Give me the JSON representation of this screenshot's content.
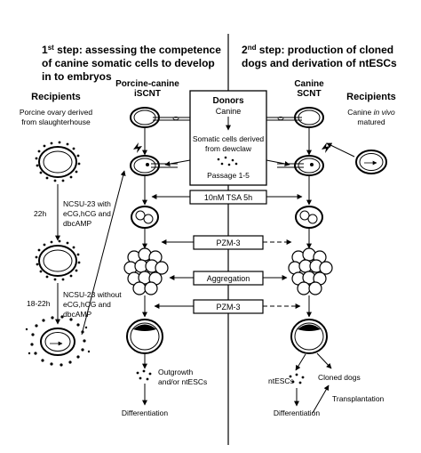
{
  "step1": {
    "line1_num": "1",
    "line1_sup": "st",
    "line1_rest": " step: assessing the competence",
    "line2": "of  canine somatic cells to develop",
    "line3": "in to embryos"
  },
  "step2": {
    "line1_num": "2",
    "line1_sup": "nd",
    "line1_rest": " step: production of  cloned",
    "line2": "dogs and derivation of ntESCs"
  },
  "left_recipients": {
    "title": "Recipients",
    "desc1": "Porcine ovary derived",
    "desc2": "from slaughterhouse"
  },
  "left_column": {
    "title1": "Porcine-canine",
    "title2": "iSCNT"
  },
  "right_column": {
    "title1": "Canine",
    "title2": "SCNT"
  },
  "right_recipients": {
    "title": "Recipients",
    "desc1_plain": "Canine ",
    "desc1_italic": "in vivo",
    "desc2": "matured"
  },
  "donors_box": {
    "title": "Donors",
    "subtitle": "Canine",
    "desc1": "Somatic cells derived",
    "desc2": "from dewclaw",
    "passage": "Passage 1-5"
  },
  "culture1": {
    "time": "22h",
    "line1": "NCSU-23 with",
    "line2": "eCG,hCG and",
    "line3": "dbcAMP"
  },
  "culture2": {
    "time": "18-22h",
    "line1": "NCSU-23 without",
    "line2": "eCG,hCG and",
    "line3": "dbcAMP"
  },
  "boxes": {
    "tsa": "10nM TSA 5h",
    "pzm1": "PZM-3",
    "aggregation": "Aggregation",
    "pzm2": "PZM-3"
  },
  "left_outcomes": {
    "outgrowth1": "Outgrowth",
    "outgrowth2": "and/or ntESCs",
    "differentiation": "Differentiation"
  },
  "right_outcomes": {
    "ntescs": "ntESCs",
    "cloned_dogs": "Cloned dogs",
    "transplantation": "Transplantation",
    "differentiation": "Differentiation"
  }
}
